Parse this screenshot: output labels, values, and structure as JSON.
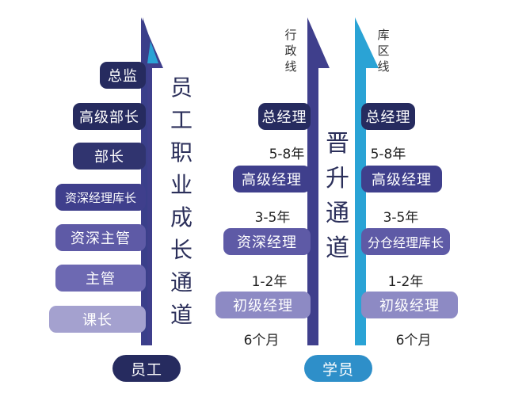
{
  "employee": {
    "title": "员工职业成长通道",
    "title_chars": [
      "员",
      "工",
      "职",
      "业",
      "成",
      "长",
      "通",
      "道"
    ],
    "levels": [
      "总监",
      "高级部长",
      "部长",
      "资深经理库长",
      "资深主管",
      "主管",
      "课长"
    ],
    "footer": "员工"
  },
  "trainee": {
    "title_chars": [
      "晋",
      "升",
      "通",
      "道"
    ],
    "admin_line_chars": [
      "行",
      "政",
      "线"
    ],
    "warehouse_line_chars": [
      "库",
      "区",
      "线"
    ],
    "admin_levels": [
      "总经理",
      "高级经理",
      "资深经理",
      "初级经理"
    ],
    "warehouse_levels": [
      "总经理",
      "高级经理",
      "分仓经理库长",
      "初级经理"
    ],
    "durations": [
      "5-8年",
      "3-5年",
      "1-2年",
      "6个月"
    ],
    "footer": "学员"
  },
  "colors": {
    "navy": "#262b5f",
    "indigo": "#3f3f8c",
    "mid": "#5e5aa6",
    "light": "#8d8ac4",
    "pale": "#a4a1cf",
    "blue": "#2e8fc9",
    "cyan": "#2aa3d5"
  }
}
